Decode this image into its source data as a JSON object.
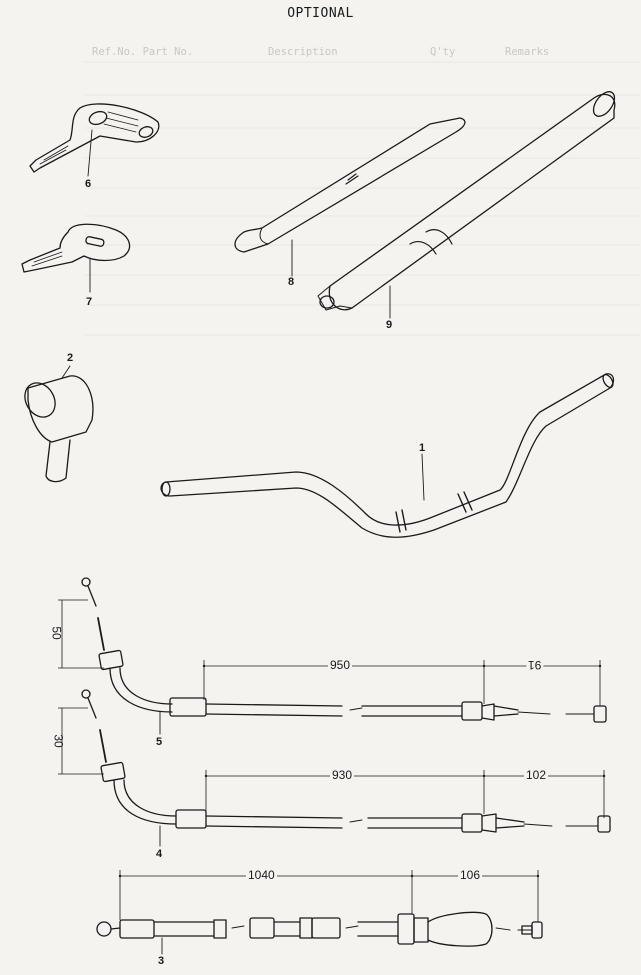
{
  "title": "OPTIONAL",
  "ghost_header": {
    "c1": "Ref.No. Part No.",
    "c2": "Description",
    "c3": "Q'ty",
    "c4": "Remarks"
  },
  "callouts": [
    "1",
    "2",
    "3",
    "4",
    "5",
    "6",
    "7",
    "8",
    "9"
  ],
  "dimensions": {
    "cable5_main": "950",
    "cable5_end": "91",
    "cable5_stroke": "50",
    "cable4_main": "930",
    "cable4_end": "102",
    "cable4_stroke": "30",
    "cable3_main": "1040",
    "cable3_end": "106"
  },
  "colors": {
    "ink": "#1a1a1a",
    "paper": "#f4f3ef",
    "ghost": "#c9c7c2"
  }
}
